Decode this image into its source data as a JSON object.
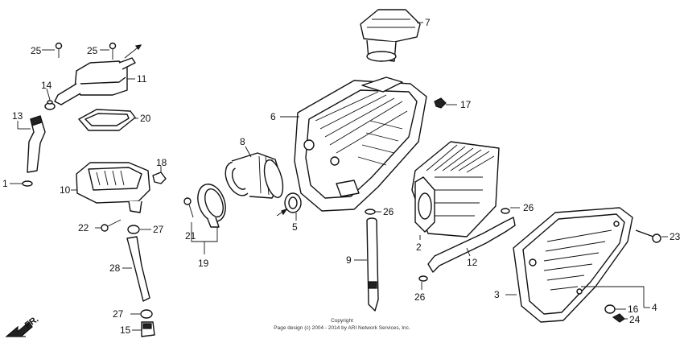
{
  "diagram": {
    "callouts": {
      "c1": "1",
      "c2": "2",
      "c3": "3",
      "c4": "4",
      "c5": "5",
      "c6": "6",
      "c7": "7",
      "c8": "8",
      "c9": "9",
      "c10": "10",
      "c11": "11",
      "c12": "12",
      "c13": "13",
      "c14": "14",
      "c15": "15",
      "c16": "16",
      "c17": "17",
      "c18": "18",
      "c19": "19",
      "c20": "20",
      "c21": "21",
      "c22": "22",
      "c23": "23",
      "c24": "24",
      "c25a": "25",
      "c25b": "25",
      "c26a": "26",
      "c26b": "26",
      "c26c": "26",
      "c27a": "27",
      "c27b": "27",
      "c28": "28"
    },
    "front_marker": "FR.",
    "copyright_line1": "Copyright",
    "copyright_line2": "Page design (c) 2004 - 2014 by ARI Network Services, Inc."
  }
}
